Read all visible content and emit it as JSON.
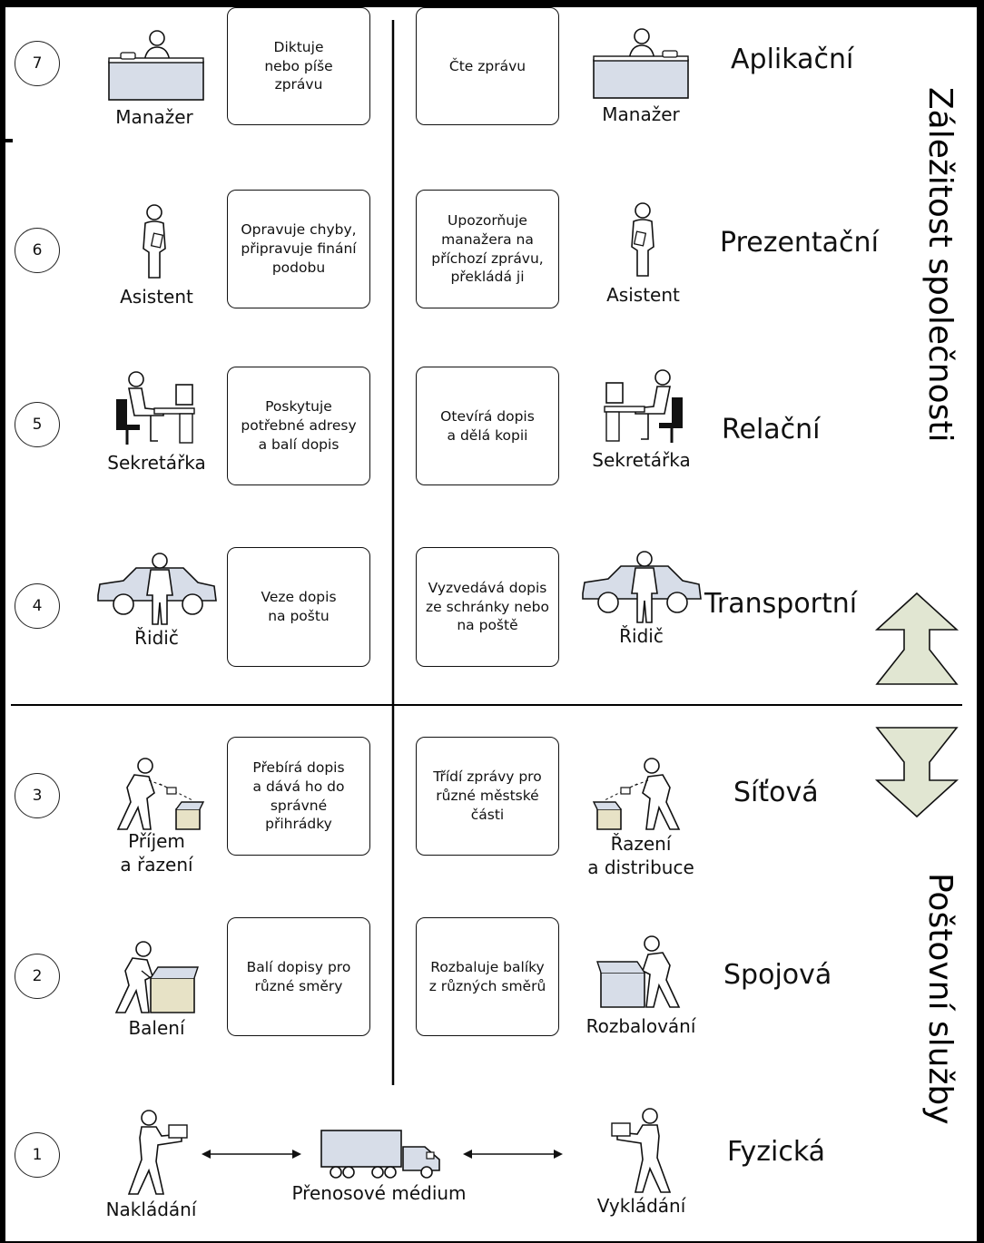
{
  "layers": [
    {
      "num": "7",
      "name": "Aplikační",
      "left_role": "Manažer",
      "left_text": "Diktuje\nnebo píše\nzprávu",
      "right_text": "Čte zprávu",
      "right_role": "Manažer",
      "icon": "manager-desk-icon"
    },
    {
      "num": "6",
      "name": "Prezentační",
      "left_role": "Asistent",
      "left_text": "Opravuje chyby,\npřipravuje finání\npodobu",
      "right_text": "Upozorňuje\nmanažera na\npříchozí zprávu,\npřekládá ji",
      "right_role": "Asistent",
      "icon": "assistant-icon"
    },
    {
      "num": "5",
      "name": "Relační",
      "left_role": "Sekretářka",
      "left_text": "Poskytuje\npotřebné adresy\na balí dopis",
      "right_text": "Otevírá dopis\na dělá kopii",
      "right_role": "Sekretářka",
      "icon": "secretary-computer-icon"
    },
    {
      "num": "4",
      "name": "Transportní",
      "left_role": "Řidič",
      "left_text": "Veze dopis\nna poštu",
      "right_text": "Vyzvedává dopis\nze schránky nebo\nna poště",
      "right_role": "Řidič",
      "icon": "driver-car-icon"
    },
    {
      "num": "3",
      "name": "Síťová",
      "left_role": "Příjem\na řazení",
      "left_text": "Přebírá dopis\na dává ho do\nsprávné\npřihrádky",
      "right_text": "Třídí zprávy pro\nrůzné městské\nčásti",
      "right_role": "Řazení\na distribuce",
      "icon": "sorting-worker-icon"
    },
    {
      "num": "2",
      "name": "Spojová",
      "left_role": "Balení",
      "left_text": "Balí dopisy pro\nrůzné směry",
      "right_text": "Rozbaluje balíky\nz různých směrů",
      "right_role": "Rozbalování",
      "icon": "packing-worker-icon"
    }
  ],
  "physical": {
    "num": "1",
    "name": "Fyzická",
    "left_role": "Nakládání",
    "center_role": "Přenosové médium",
    "right_role": "Vykládání"
  },
  "groups": {
    "upper": "Záležitost společnosti",
    "lower": "Poštovní služby"
  },
  "colors": {
    "arrow_fill": "#e1e6d2",
    "figure_fill": "#d7dde8",
    "box_fill": "#e7e2c6"
  }
}
